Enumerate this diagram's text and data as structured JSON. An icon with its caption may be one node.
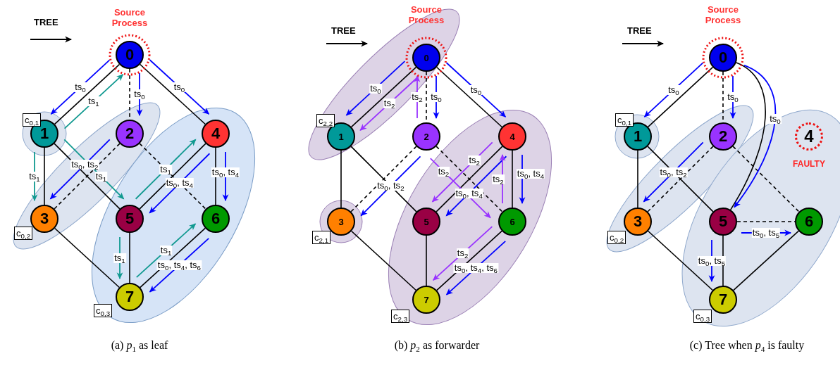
{
  "diagram": {
    "nodes": [
      {
        "text": [
          "0"
        ],
        "beside": [
          "Source Process"
        ]
      },
      {
        "text": [
          "1"
        ]
      },
      {
        "text": [
          "2"
        ]
      },
      {
        "text": [
          "3"
        ]
      },
      {
        "text": [
          "4"
        ]
      },
      {
        "text": [
          "5"
        ]
      },
      {
        "text": [
          "6"
        ]
      },
      {
        "text": [
          "7"
        ]
      },
      {
        "text": [
          "c$_{0,1}$"
        ]
      },
      {
        "text": [
          "c$_{0,2}$"
        ]
      },
      {
        "text": [
          "c$_{0,3}$"
        ]
      },
      {
        "text": [
          "0"
        ],
        "beside": [
          "Source Process"
        ]
      },
      {
        "text": [
          "1"
        ]
      },
      {
        "text": [
          "2"
        ]
      },
      {
        "text": [
          "3"
        ]
      },
      {
        "text": [
          "4"
        ]
      },
      {
        "text": [
          "5"
        ]
      },
      {
        "text": [
          "6"
        ]
      },
      {
        "text": [
          "7"
        ]
      },
      {
        "text": [
          "c$_{2,2}$"
        ]
      },
      {
        "text": [
          "c$_{2,1}$"
        ]
      },
      {
        "text": [
          "c$_{2,3}$"
        ]
      },
      {
        "text": [
          "0"
        ],
        "beside": [
          "Source Process"
        ]
      },
      {
        "text": [
          "1"
        ]
      },
      {
        "text": [
          "2"
        ]
      },
      {
        "text": [
          "3"
        ]
      },
      {
        "text": [
          "4"
        ],
        "beside": [
          "FAULTY"
        ]
      },
      {
        "text": [
          "5"
        ]
      },
      {
        "text": [
          "6"
        ]
      },
      {
        "text": [
          "7"
        ]
      },
      {
        "text": [
          "c$_{0,1}$"
        ]
      },
      {
        "text": [
          "c$_{0,2}$"
        ]
      },
      {
        "text": [
          "c$_{0,3}$"
        ]
      }
    ],
    "edges": [
      {
        "from": 0,
        "to": 1,
        "arrow": "none"
      },
      {
        "from": 0,
        "to": 2,
        "arrow": "none",
        "style": "dashed"
      },
      {
        "from": 0,
        "to": 4,
        "arrow": "none"
      },
      {
        "from": 1,
        "to": 3,
        "arrow": "none"
      },
      {
        "from": 1,
        "to": 5,
        "arrow": "none"
      },
      {
        "from": 2,
        "to": 3,
        "arrow": "none",
        "style": "dashed"
      },
      {
        "from": 2,
        "to": 6,
        "arrow": "none",
        "style": "dashed"
      },
      {
        "from": 4,
        "to": 5,
        "arrow": "none"
      },
      {
        "from": 4,
        "to": 6,
        "arrow": "none"
      },
      {
        "from": 3,
        "to": 7,
        "arrow": "none"
      },
      {
        "from": 5,
        "to": 7,
        "arrow": "none"
      },
      {
        "from": 6,
        "to": 7,
        "arrow": "none"
      },
      {
        "from": 0,
        "to": 1,
        "arrow": "to",
        "label": "ts$_{0}$",
        "color": "#0000ff"
      },
      {
        "from": 0,
        "to": 2,
        "arrow": "to",
        "label": "ts$_{0}$",
        "color": "#0000ff"
      },
      {
        "from": 0,
        "to": 4,
        "arrow": "to",
        "label": "ts$_{0}$",
        "color": "#0000ff"
      },
      {
        "from": 1,
        "to": 0,
        "arrow": "to",
        "label": "ts$_{1}$",
        "color": "#109990"
      },
      {
        "from": 1,
        "to": 3,
        "arrow": "to",
        "label": "ts$_{1}$",
        "color": "#109990"
      },
      {
        "from": 1,
        "to": 5,
        "arrow": "to",
        "label": "ts$_{1}$",
        "color": "#109990"
      },
      {
        "from": 2,
        "to": 3,
        "arrow": "to",
        "label": "ts$_{0}$, ts$_{2}$",
        "color": "#0000ff"
      },
      {
        "from": 5,
        "to": 4,
        "arrow": "to",
        "label": "ts$_{1}$",
        "color": "#109990"
      },
      {
        "from": 4,
        "to": 5,
        "arrow": "to",
        "label": "ts$_{0}$, ts$_{4}$",
        "color": "#0000ff"
      },
      {
        "from": 4,
        "to": 6,
        "arrow": "to",
        "label": "ts$_{0}$, ts$_{4}$",
        "color": "#0000ff"
      },
      {
        "from": 5,
        "to": 7,
        "arrow": "to",
        "label": "ts$_{1}$",
        "color": "#109990"
      },
      {
        "from": 7,
        "to": 6,
        "arrow": "to",
        "label": "ts$_{1}$",
        "color": "#109990"
      },
      {
        "from": 6,
        "to": 7,
        "arrow": "to",
        "label": "ts$_{0}$, ts$_{4}$, ts$_{6}$",
        "color": "#0000ff"
      },
      {
        "from": 11,
        "to": 12,
        "arrow": "none"
      },
      {
        "from": 11,
        "to": 13,
        "arrow": "none",
        "style": "dashed"
      },
      {
        "from": 11,
        "to": 15,
        "arrow": "none"
      },
      {
        "from": 12,
        "to": 14,
        "arrow": "none"
      },
      {
        "from": 12,
        "to": 16,
        "arrow": "none"
      },
      {
        "from": 13,
        "to": 14,
        "arrow": "none",
        "style": "dashed"
      },
      {
        "from": 13,
        "to": 17,
        "arrow": "none",
        "style": "dashed"
      },
      {
        "from": 15,
        "to": 16,
        "arrow": "none"
      },
      {
        "from": 15,
        "to": 17,
        "arrow": "none"
      },
      {
        "from": 14,
        "to": 18,
        "arrow": "none"
      },
      {
        "from": 16,
        "to": 18,
        "arrow": "none"
      },
      {
        "from": 17,
        "to": 18,
        "arrow": "none"
      },
      {
        "from": 11,
        "to": 12,
        "arrow": "to",
        "label": "ts$_{0}$",
        "color": "#0000ff"
      },
      {
        "from": 11,
        "to": 12,
        "arrow": "to",
        "label": "ts$_{2}$",
        "color": "#9933ff"
      },
      {
        "from": 13,
        "to": 11,
        "arrow": "to",
        "label": "ts$_{2}$",
        "color": "#9933ff"
      },
      {
        "from": 11,
        "to": 13,
        "arrow": "to",
        "label": "ts$_{0}$",
        "color": "#0000ff"
      },
      {
        "from": 11,
        "to": 15,
        "arrow": "to",
        "label": "ts$_{0}$",
        "color": "#0000ff"
      },
      {
        "from": 13,
        "to": 14,
        "arrow": "to",
        "label": "ts$_{0}$, ts$_{2}$",
        "color": "#0000ff"
      },
      {
        "from": 13,
        "to": 17,
        "arrow": "to",
        "label": "ts$_{2}$",
        "color": "#9933ff"
      },
      {
        "from": 15,
        "to": 16,
        "arrow": "to",
        "label": "ts$_{2}$",
        "color": "#9933ff"
      },
      {
        "from": 15,
        "to": 16,
        "arrow": "to",
        "label": "ts$_{0}$, ts$_{4}$",
        "color": "#0000ff"
      },
      {
        "from": 17,
        "to": 15,
        "arrow": "to",
        "label": "ts$_{2}$",
        "color": "#9933ff"
      },
      {
        "from": 15,
        "to": 17,
        "arrow": "to",
        "label": "ts$_{0}$, ts$_{4}$",
        "color": "#0000ff"
      },
      {
        "from": 17,
        "to": 18,
        "arrow": "to",
        "label": "ts$_{2}$",
        "color": "#9933ff"
      },
      {
        "from": 17,
        "to": 18,
        "arrow": "to",
        "label": "ts$_{0}$, ts$_{4}$, ts$_{6}$",
        "color": "#0000ff"
      },
      {
        "from": 22,
        "to": 23,
        "arrow": "none"
      },
      {
        "from": 22,
        "to": 24,
        "arrow": "none",
        "style": "dashed"
      },
      {
        "from": 22,
        "to": 27,
        "arrow": "none"
      },
      {
        "from": 23,
        "to": 25,
        "arrow": "none"
      },
      {
        "from": 23,
        "to": 27,
        "arrow": "none"
      },
      {
        "from": 24,
        "to": 25,
        "arrow": "none",
        "style": "dashed"
      },
      {
        "from": 24,
        "to": 28,
        "arrow": "none",
        "style": "dashed"
      },
      {
        "from": 27,
        "to": 28,
        "arrow": "none",
        "style": "dashed"
      },
      {
        "from": 25,
        "to": 29,
        "arrow": "none"
      },
      {
        "from": 27,
        "to": 29,
        "arrow": "none"
      },
      {
        "from": 28,
        "to": 29,
        "arrow": "none"
      },
      {
        "from": 22,
        "to": 23,
        "arrow": "to",
        "label": "ts$_{0}$",
        "color": "#0000ff"
      },
      {
        "from": 22,
        "to": 24,
        "arrow": "to",
        "label": "ts$_{0}$",
        "color": "#0000ff"
      },
      {
        "from": 22,
        "to": 27,
        "arrow": "to",
        "label": "ts$_{0}$",
        "color": "#0000ff"
      },
      {
        "from": 24,
        "to": 25,
        "arrow": "to",
        "label": "ts$_{0}$, ts$_{2}$",
        "color": "#0000ff"
      },
      {
        "from": 27,
        "to": 28,
        "arrow": "to",
        "label": "ts$_{0}$, ts$_{5}$",
        "color": "#0000ff"
      },
      {
        "from": 27,
        "to": 29,
        "arrow": "to",
        "label": "ts$_{0}$, ts$_{5}$",
        "color": "#0000ff"
      }
    ],
    "labels": [
      "(a) *p*$_{1}$ as leaf",
      "(b) *p*$_{2}$ as forwarder",
      "(c) Tree when *p*$_{4}$ is faulty"
    ],
    "legend": [
      {
        "text": "TREE"
      },
      {
        "text": "TREE"
      },
      {
        "text": "TREE"
      }
    ]
  }
}
